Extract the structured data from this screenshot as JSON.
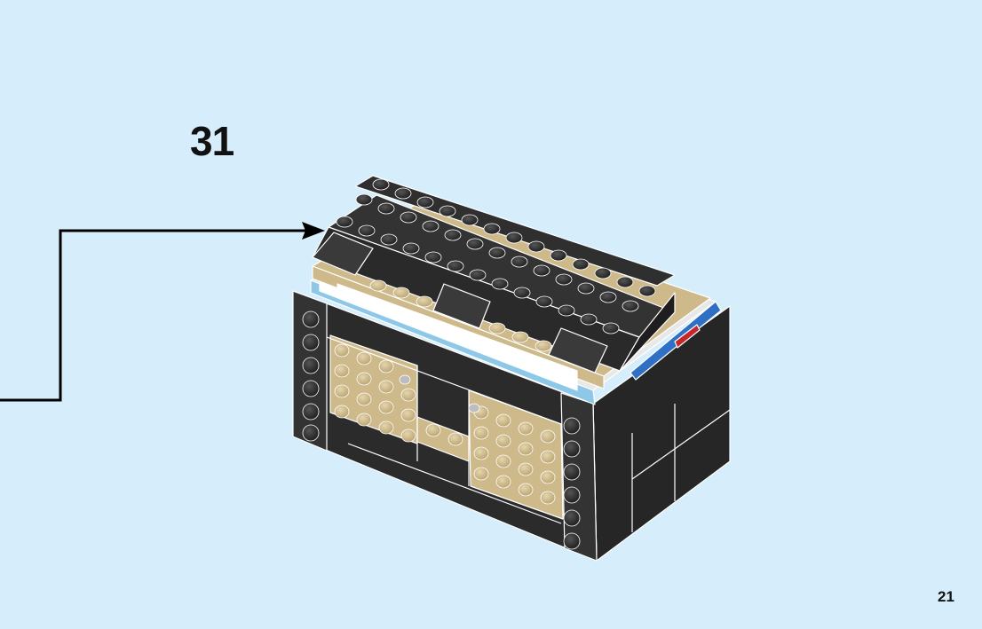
{
  "step": {
    "number": "31"
  },
  "page": {
    "number": "21"
  },
  "colors": {
    "background": "#d6eefb",
    "brick_black": "#2a2a2a",
    "brick_black_light": "#3a3a3a",
    "brick_tan": "#cdb98a",
    "tile_white": "#ffffff",
    "tile_light_blue": "#8ec8e8",
    "accent_blue": "#2f6fc4",
    "accent_red": "#c4282c"
  },
  "icons": {
    "arrow": "callout-arrow-icon",
    "model": "treasure-chest-model"
  }
}
